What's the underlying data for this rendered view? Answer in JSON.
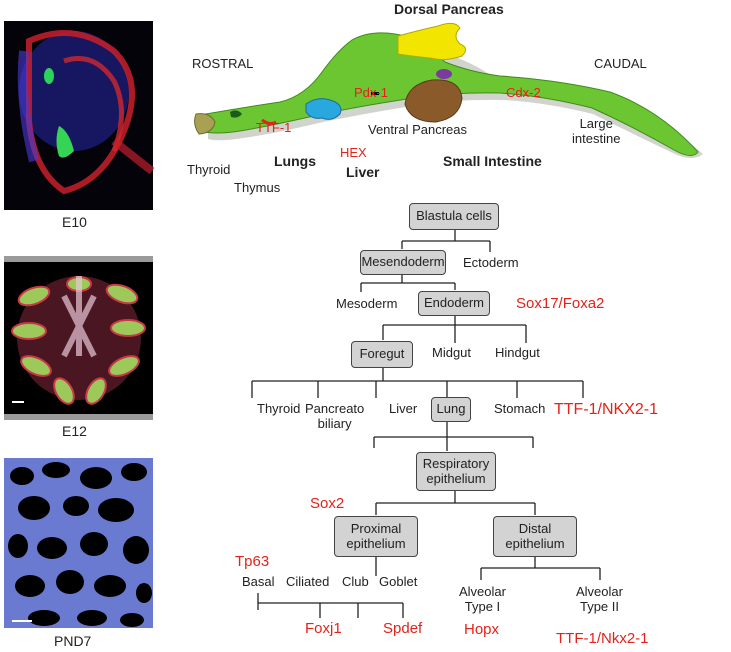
{
  "micrographs": [
    {
      "caption": "E10"
    },
    {
      "caption": "E12"
    },
    {
      "caption": "PND7"
    }
  ],
  "gut_diagram": {
    "dorsal_pancreas": "Dorsal Pancreas",
    "rostral": "ROSTRAL",
    "caudal": "CAUDAL",
    "pdx1": "Pdx-1",
    "cdx2": "Cdx-2",
    "ttf1": "TTF-1",
    "ventral_pancreas": "Ventral Pancreas",
    "large_intestine_line1": "Large",
    "large_intestine_line2": "intestine",
    "hex": "HEX",
    "thyroid": "Thyroid",
    "thymus": "Thymus",
    "lungs": "Lungs",
    "liver": "Liver",
    "small_intestine": "Small Intestine"
  },
  "lineage": {
    "blastula": "Blastula cells",
    "mesendoderm": "Mesendoderm",
    "ectoderm": "Ectoderm",
    "mesoderm": "Mesoderm",
    "endoderm": "Endoderm",
    "sox17_foxa2": "Sox17/Foxa2",
    "foregut": "Foregut",
    "midgut": "Midgut",
    "hindgut": "Hindgut",
    "thyroid": "Thyroid",
    "pancreatobiliary_line1": "Pancreato",
    "pancreatobiliary_line2": "biliary",
    "liver": "Liver",
    "lung": "Lung",
    "stomach": "Stomach",
    "ttf1_nkx21": "TTF-1/NKX2-1",
    "respiratory_line1": "Respiratory",
    "respiratory_line2": "epithelium",
    "sox2": "Sox2",
    "proximal_line1": "Proximal",
    "proximal_line2": "epithelium",
    "distal_line1": "Distal",
    "distal_line2": "epithelium",
    "tp63": "Tp63",
    "basal": "Basal",
    "ciliated": "Ciliated",
    "club": "Club",
    "goblet": "Goblet",
    "foxj1": "Foxj1",
    "spdef": "Spdef",
    "alveolar1_line1": "Alveolar",
    "alveolar1_line2": "Type I",
    "alveolar2_line1": "Alveolar",
    "alveolar2_line2": "Type II",
    "hopx": "Hopx",
    "ttf1_nkx21_lower": "TTF-1/Nkx2-1"
  },
  "colors": {
    "gut_green": "#6cc631",
    "pancreas_yellow": "#f2e600",
    "ventral_brown": "#8b5a2b",
    "lung_blue": "#29a8e0",
    "thyroid_olive": "#a8a052",
    "marker_red": "#e2231a",
    "node_gray": "#d3d3d3"
  }
}
